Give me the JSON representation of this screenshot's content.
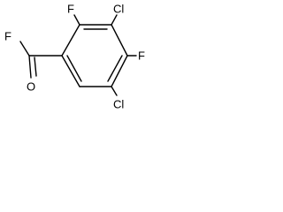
{
  "structure": {
    "atoms": {
      "f_top": "F",
      "cl_top": "Cl",
      "f_right": "F",
      "cl_bottom": "Cl",
      "f_left": "F",
      "o_left": "O"
    }
  }
}
